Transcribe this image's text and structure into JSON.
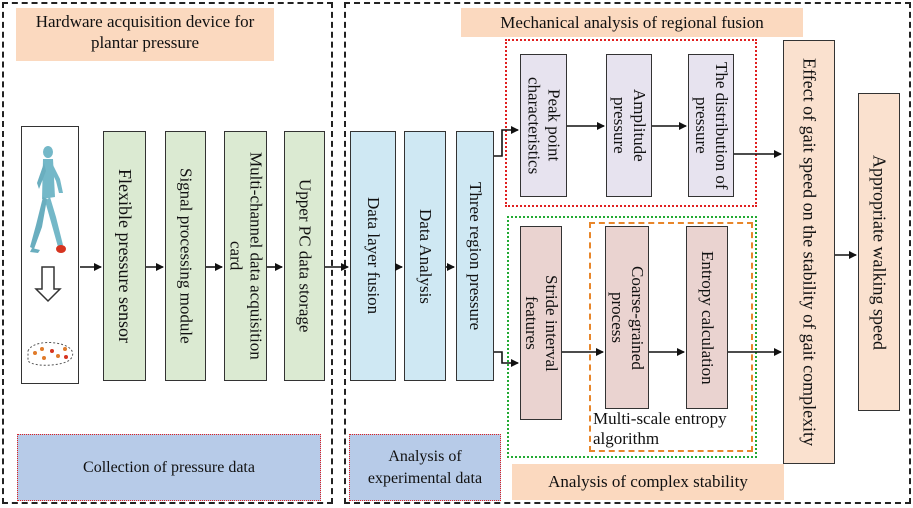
{
  "left_panel": {
    "header": "Hardware acquisition device for plantar pressure",
    "footer": "Collection of pressure data",
    "steps": [
      "Flexible pressure sensor",
      "Signal processing module",
      "Multi-channel data acquisition card",
      "Upper PC data storage"
    ]
  },
  "right_panel": {
    "top_header": "Mechanical analysis of regional fusion",
    "analysis_label": "Analysis of experimental data",
    "stages": [
      "Data layer fusion",
      "Data Analysis",
      "Three region pressure"
    ],
    "mechanical": [
      "Peak point characteristics",
      "Amplitude pressure",
      "The distribution of pressure"
    ],
    "stability": [
      "Stride interval features",
      "Coarse-grained process",
      "Entropy calculation"
    ],
    "mse_label": "Multi-scale entropy algorithm",
    "stability_header": "Analysis of complex stability",
    "effect": "Effect of gait speed on the stability of gait complexity",
    "result": "Appropriate walking speed"
  },
  "colors": {
    "header_fill": "#fbd9bf",
    "footer_fill": "#b7cbe8",
    "device_fill": "#dbead2",
    "stage_fill": "#cfe8f3",
    "mechanical_fill": "#e7e3ef",
    "stability_fill": "#ead3d0",
    "result_fill": "#fae1cf",
    "red_dotted": "#e02020",
    "green_dotted": "#22aa33",
    "orange_dashed": "#e8862a"
  }
}
